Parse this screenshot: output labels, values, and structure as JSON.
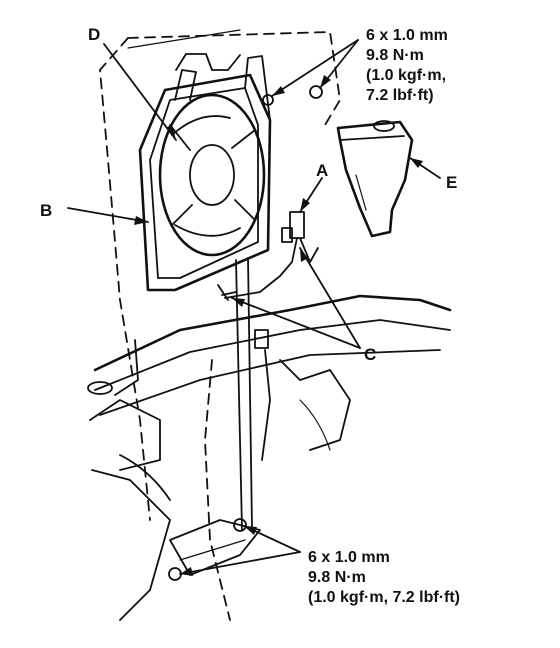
{
  "callouts": {
    "a": "A",
    "b": "B",
    "c": "C",
    "d": "D",
    "e": "E"
  },
  "spec_top": {
    "line1": "6 x 1.0 mm",
    "line2": "9.8 N·m",
    "line3": "(1.0 kgf·m,",
    "line4": "7.2 lbf·ft)"
  },
  "spec_bottom": {
    "line1": "6 x 1.0 mm",
    "line2": "9.8 N·m",
    "line3": "(1.0 kgf·m, 7.2 lbf·ft)"
  },
  "colors": {
    "ink": "#111111",
    "paper": "#ffffff"
  }
}
